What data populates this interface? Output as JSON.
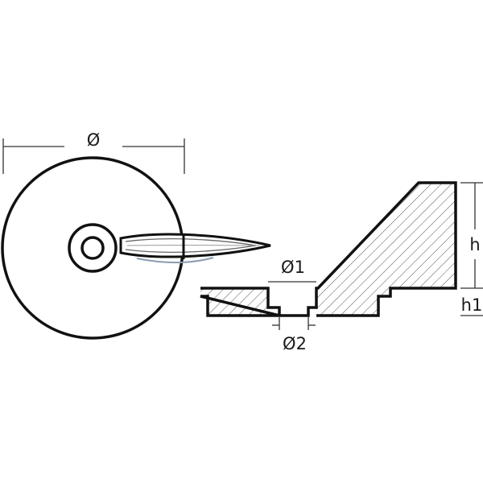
{
  "labels": {
    "diameter": "Ø",
    "diameter1": "Ø1",
    "diameter2": "Ø2",
    "height": "h",
    "height1": "h1"
  },
  "colors": {
    "line": "#111111",
    "hatch": "#555555",
    "background": "#ffffff"
  }
}
